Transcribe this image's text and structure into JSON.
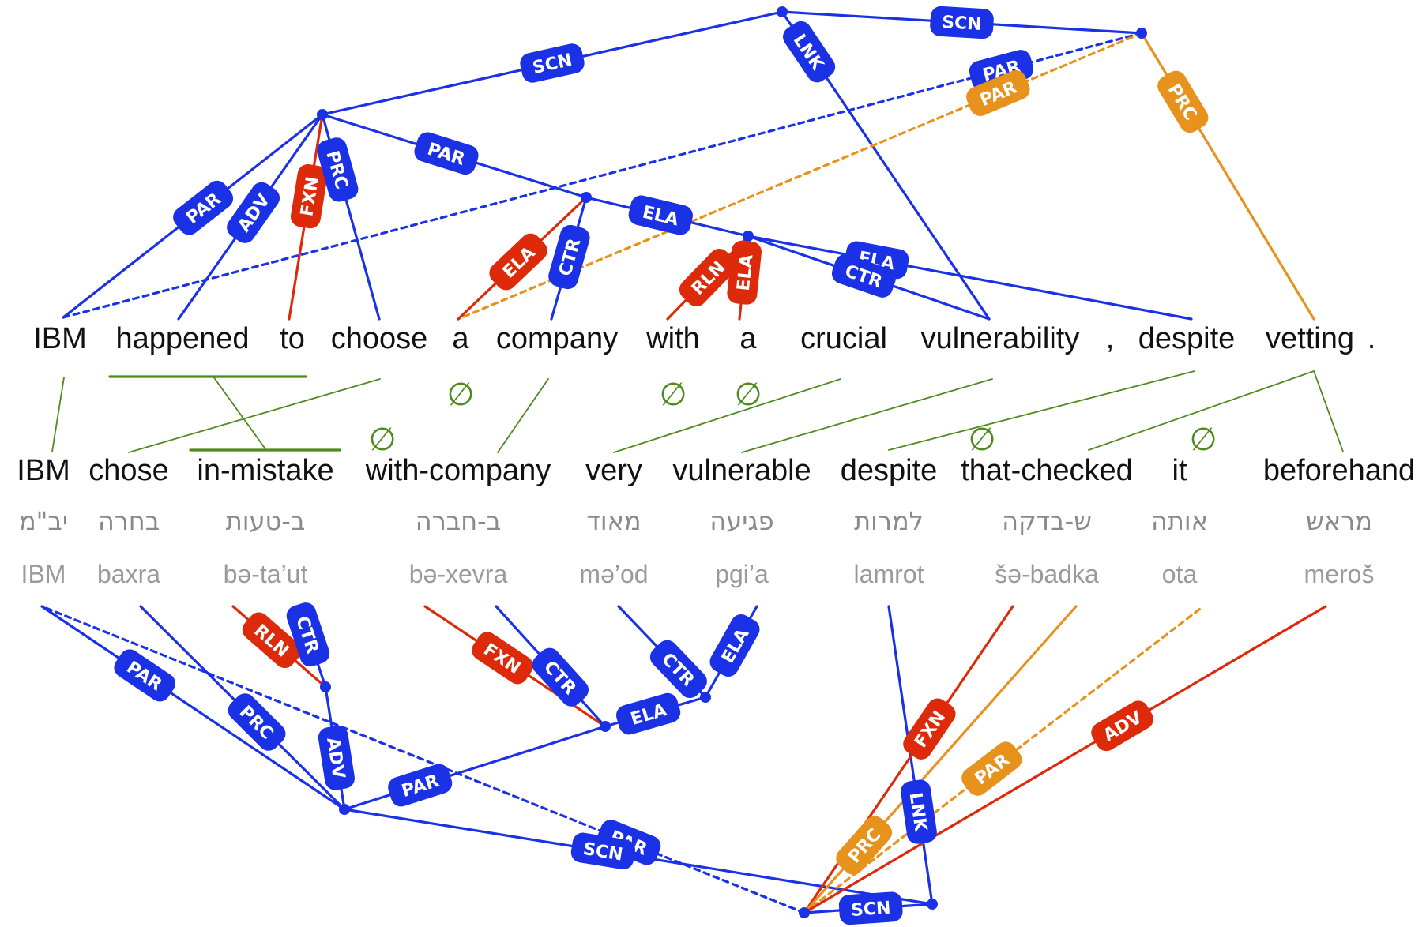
{
  "colors": {
    "blue": "#1a31e6",
    "red": "#dd2a0a",
    "orange": "#e8921e",
    "green": "#4f8a1e"
  },
  "english_tokens": [
    "IBM",
    "happened",
    "to",
    "choose",
    "a",
    "company",
    "with",
    "a",
    "crucial",
    "vulnerability",
    ",",
    "despite",
    "vetting",
    "."
  ],
  "hebrew_gloss_tokens": [
    "IBM",
    "chose",
    "in-mistake",
    "with-company",
    "very",
    "vulnerable",
    "despite",
    "that-checked",
    "it",
    "beforehand"
  ],
  "hebrew_script_tokens": [
    "יב\"מ",
    "בחרה",
    "ב-טעות",
    "ב-חברה",
    "מאוד",
    "פגיעה",
    "למרות",
    "ש-בדקה",
    "אותה",
    "מראש"
  ],
  "transliteration_tokens": [
    "IBM",
    "baxra",
    "bə-ta’ut",
    "bə-xevra",
    "mə’od",
    "pgi’a",
    "lamrot",
    "šə-badka",
    "ota",
    "meroš"
  ],
  "null_symbol": "∅",
  "edge_labels": {
    "top": [
      "SCN",
      "SCN",
      "LNK",
      "PAR",
      "PAR",
      "PRC",
      "PAR",
      "ADV",
      "FXN",
      "PRC",
      "PAR",
      "ELA",
      "CTR",
      "ELA",
      "RLN",
      "ELA",
      "ELA",
      "CTR"
    ],
    "bottom": [
      "PAR",
      "PRC",
      "RLN",
      "CTR",
      "ADV",
      "FXN",
      "CTR",
      "ELA",
      "CTR",
      "ELA",
      "PAR",
      "PAR",
      "SCN",
      "SCN",
      "LNK",
      "FXN",
      "PRC",
      "PAR",
      "ADV"
    ]
  }
}
